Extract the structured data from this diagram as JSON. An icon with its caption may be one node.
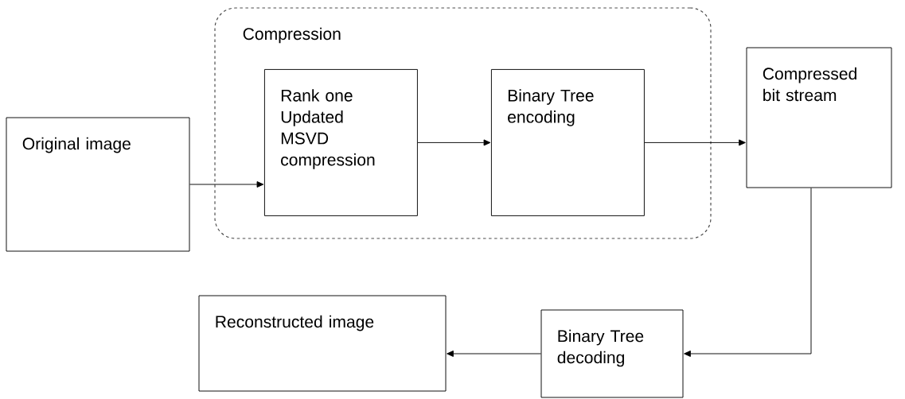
{
  "diagram": {
    "nodes": [
      {
        "text": [
          "Original image"
        ]
      },
      {
        "text": [
          "Compression"
        ]
      },
      {
        "text": [
          "Rank one Updated MSVD compression"
        ],
        "in": 1
      },
      {
        "text": [
          "Binary Tree encoding"
        ],
        "in": 1
      },
      {
        "text": [
          "Compressed bit stream"
        ]
      },
      {
        "text": [
          "Binary Tree decoding"
        ]
      },
      {
        "text": [
          "Reconstructed image"
        ]
      }
    ],
    "edges": [
      {
        "from": 0,
        "to": 2,
        "arrow": "to"
      },
      {
        "from": 2,
        "to": 3,
        "arrow": "to"
      },
      {
        "from": 3,
        "to": 4,
        "arrow": "to"
      },
      {
        "from": 4,
        "to": 5,
        "arrow": "to"
      },
      {
        "from": 5,
        "to": 6,
        "arrow": "to"
      }
    ]
  }
}
